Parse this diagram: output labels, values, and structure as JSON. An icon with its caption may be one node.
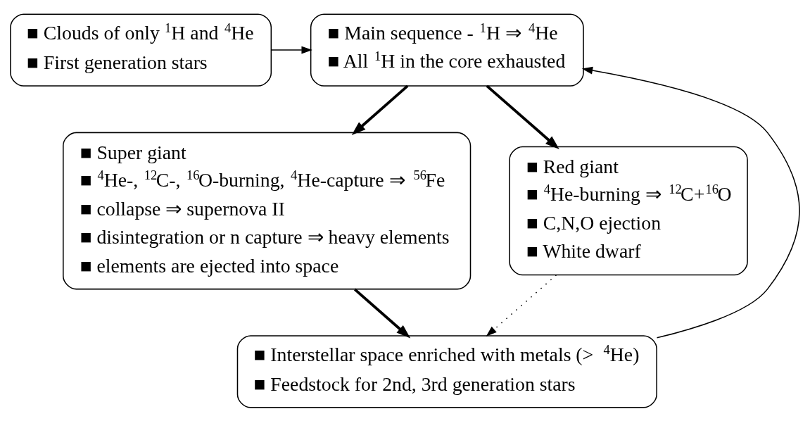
{
  "diagram": {
    "nodes": [
      {
        "text": [
          "■ Clouds of only $^{1}$H and $^{4}$He",
          "■ First generation stars"
        ]
      },
      {
        "text": [
          "■ Main sequence - $^{1}$H ⇒ $^{4}$He",
          "■ All $^{1}$H in the core exhausted"
        ]
      },
      {
        "text": [
          "■ Super giant",
          "■ $^{4}$He-, $^{12}$C-, $^{16}$O-burning, $^{4}$He-capture ⇒ $^{56}$Fe",
          "■ collapse ⇒ supernova II",
          "■ disintegration or n capture ⇒ heavy elements",
          "■ elements are ejected into space"
        ]
      },
      {
        "text": [
          "■ Red giant",
          "■ $^{4}$He-burning ⇒ $^{12}$C+$^{16}$O",
          "■ C,N,O ejection",
          "■ White dwarf"
        ]
      },
      {
        "text": [
          "■ Interstellar space enriched with metals (> $^{4}$He)",
          "■ Feedstock for 2nd, 3rd generation stars"
        ]
      }
    ],
    "edges": [
      {
        "from": 0,
        "to": 1,
        "arrow": "to"
      },
      {
        "from": 1,
        "to": 2,
        "arrow": "to",
        "style": "thick"
      },
      {
        "from": 1,
        "to": 3,
        "arrow": "to",
        "style": "thick"
      },
      {
        "from": 2,
        "to": 4,
        "arrow": "to",
        "style": "thick"
      },
      {
        "from": 3,
        "to": 4,
        "arrow": "to",
        "style": "dashed"
      },
      {
        "from": 4,
        "to": 1,
        "arrow": "to"
      }
    ]
  }
}
